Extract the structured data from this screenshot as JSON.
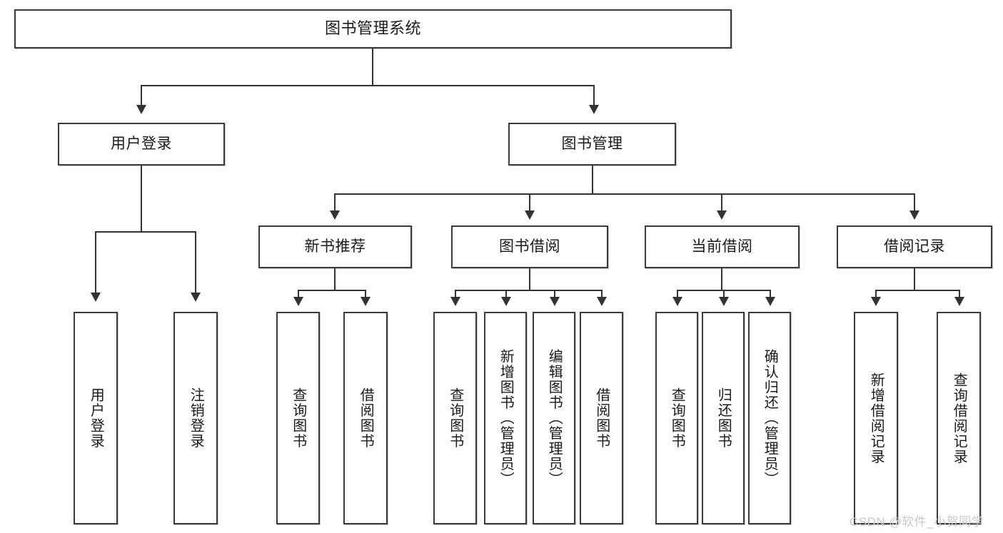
{
  "diagram": {
    "type": "tree-hierarchy-chart",
    "title": "图书管理系统",
    "root": {
      "label": "图书管理系统"
    },
    "level2": [
      {
        "label": "用户登录"
      },
      {
        "label": "图书管理"
      }
    ],
    "level3": [
      {
        "label": "新书推荐"
      },
      {
        "label": "图书借阅"
      },
      {
        "label": "当前借阅"
      },
      {
        "label": "借阅记录"
      }
    ],
    "leaves": {
      "user_login": [
        {
          "label": "用户登录"
        },
        {
          "label": "注销登录"
        }
      ],
      "new_book_recommend": [
        {
          "label": "查询图书"
        },
        {
          "label": "借阅图书"
        }
      ],
      "book_borrow": [
        {
          "label": "查询图书"
        },
        {
          "label": "新增图书（管理员）"
        },
        {
          "label": "编辑图书（管理员）"
        },
        {
          "label": "借阅图书"
        }
      ],
      "current_borrow": [
        {
          "label": "查询图书"
        },
        {
          "label": "归还图书"
        },
        {
          "label": "确认归还（管理员）"
        }
      ],
      "borrow_record": [
        {
          "label": "新增借阅记录"
        },
        {
          "label": "查询借阅记录"
        }
      ]
    }
  },
  "watermark": {
    "text": "CSDN @软件_小贺同学"
  },
  "colors": {
    "border": "#3b3b3b",
    "line": "#333333",
    "text": "#1a1a1a",
    "background": "#ffffff",
    "watermark": "#c9c9c9"
  }
}
